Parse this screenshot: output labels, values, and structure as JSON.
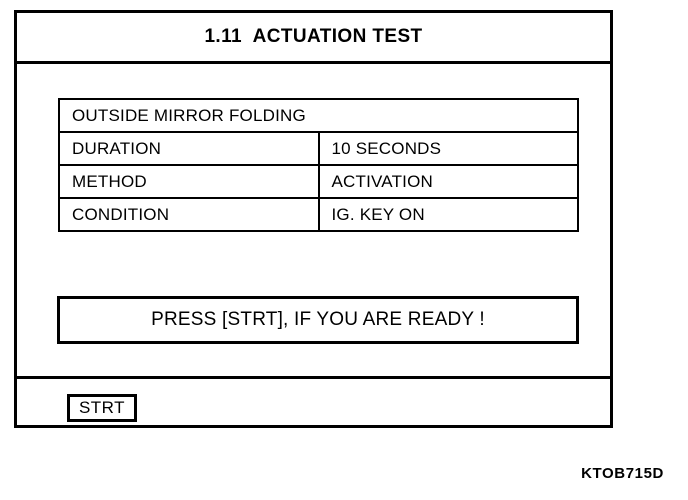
{
  "screen": {
    "title": "1.11  ACTUATION TEST",
    "info_table": {
      "header": "OUTSIDE MIRROR FOLDING",
      "rows": [
        {
          "label": "DURATION",
          "value": "10 SECONDS"
        },
        {
          "label": "METHOD",
          "value": "ACTIVATION"
        },
        {
          "label": "CONDITION",
          "value": "IG. KEY ON"
        }
      ]
    },
    "prompt": "PRESS [STRT], IF YOU ARE READY !"
  },
  "softkeys": {
    "start_label": "STRT"
  },
  "figure": {
    "caption": "KTOB715D"
  },
  "colors": {
    "ink": "#000000",
    "paper": "#ffffff"
  }
}
